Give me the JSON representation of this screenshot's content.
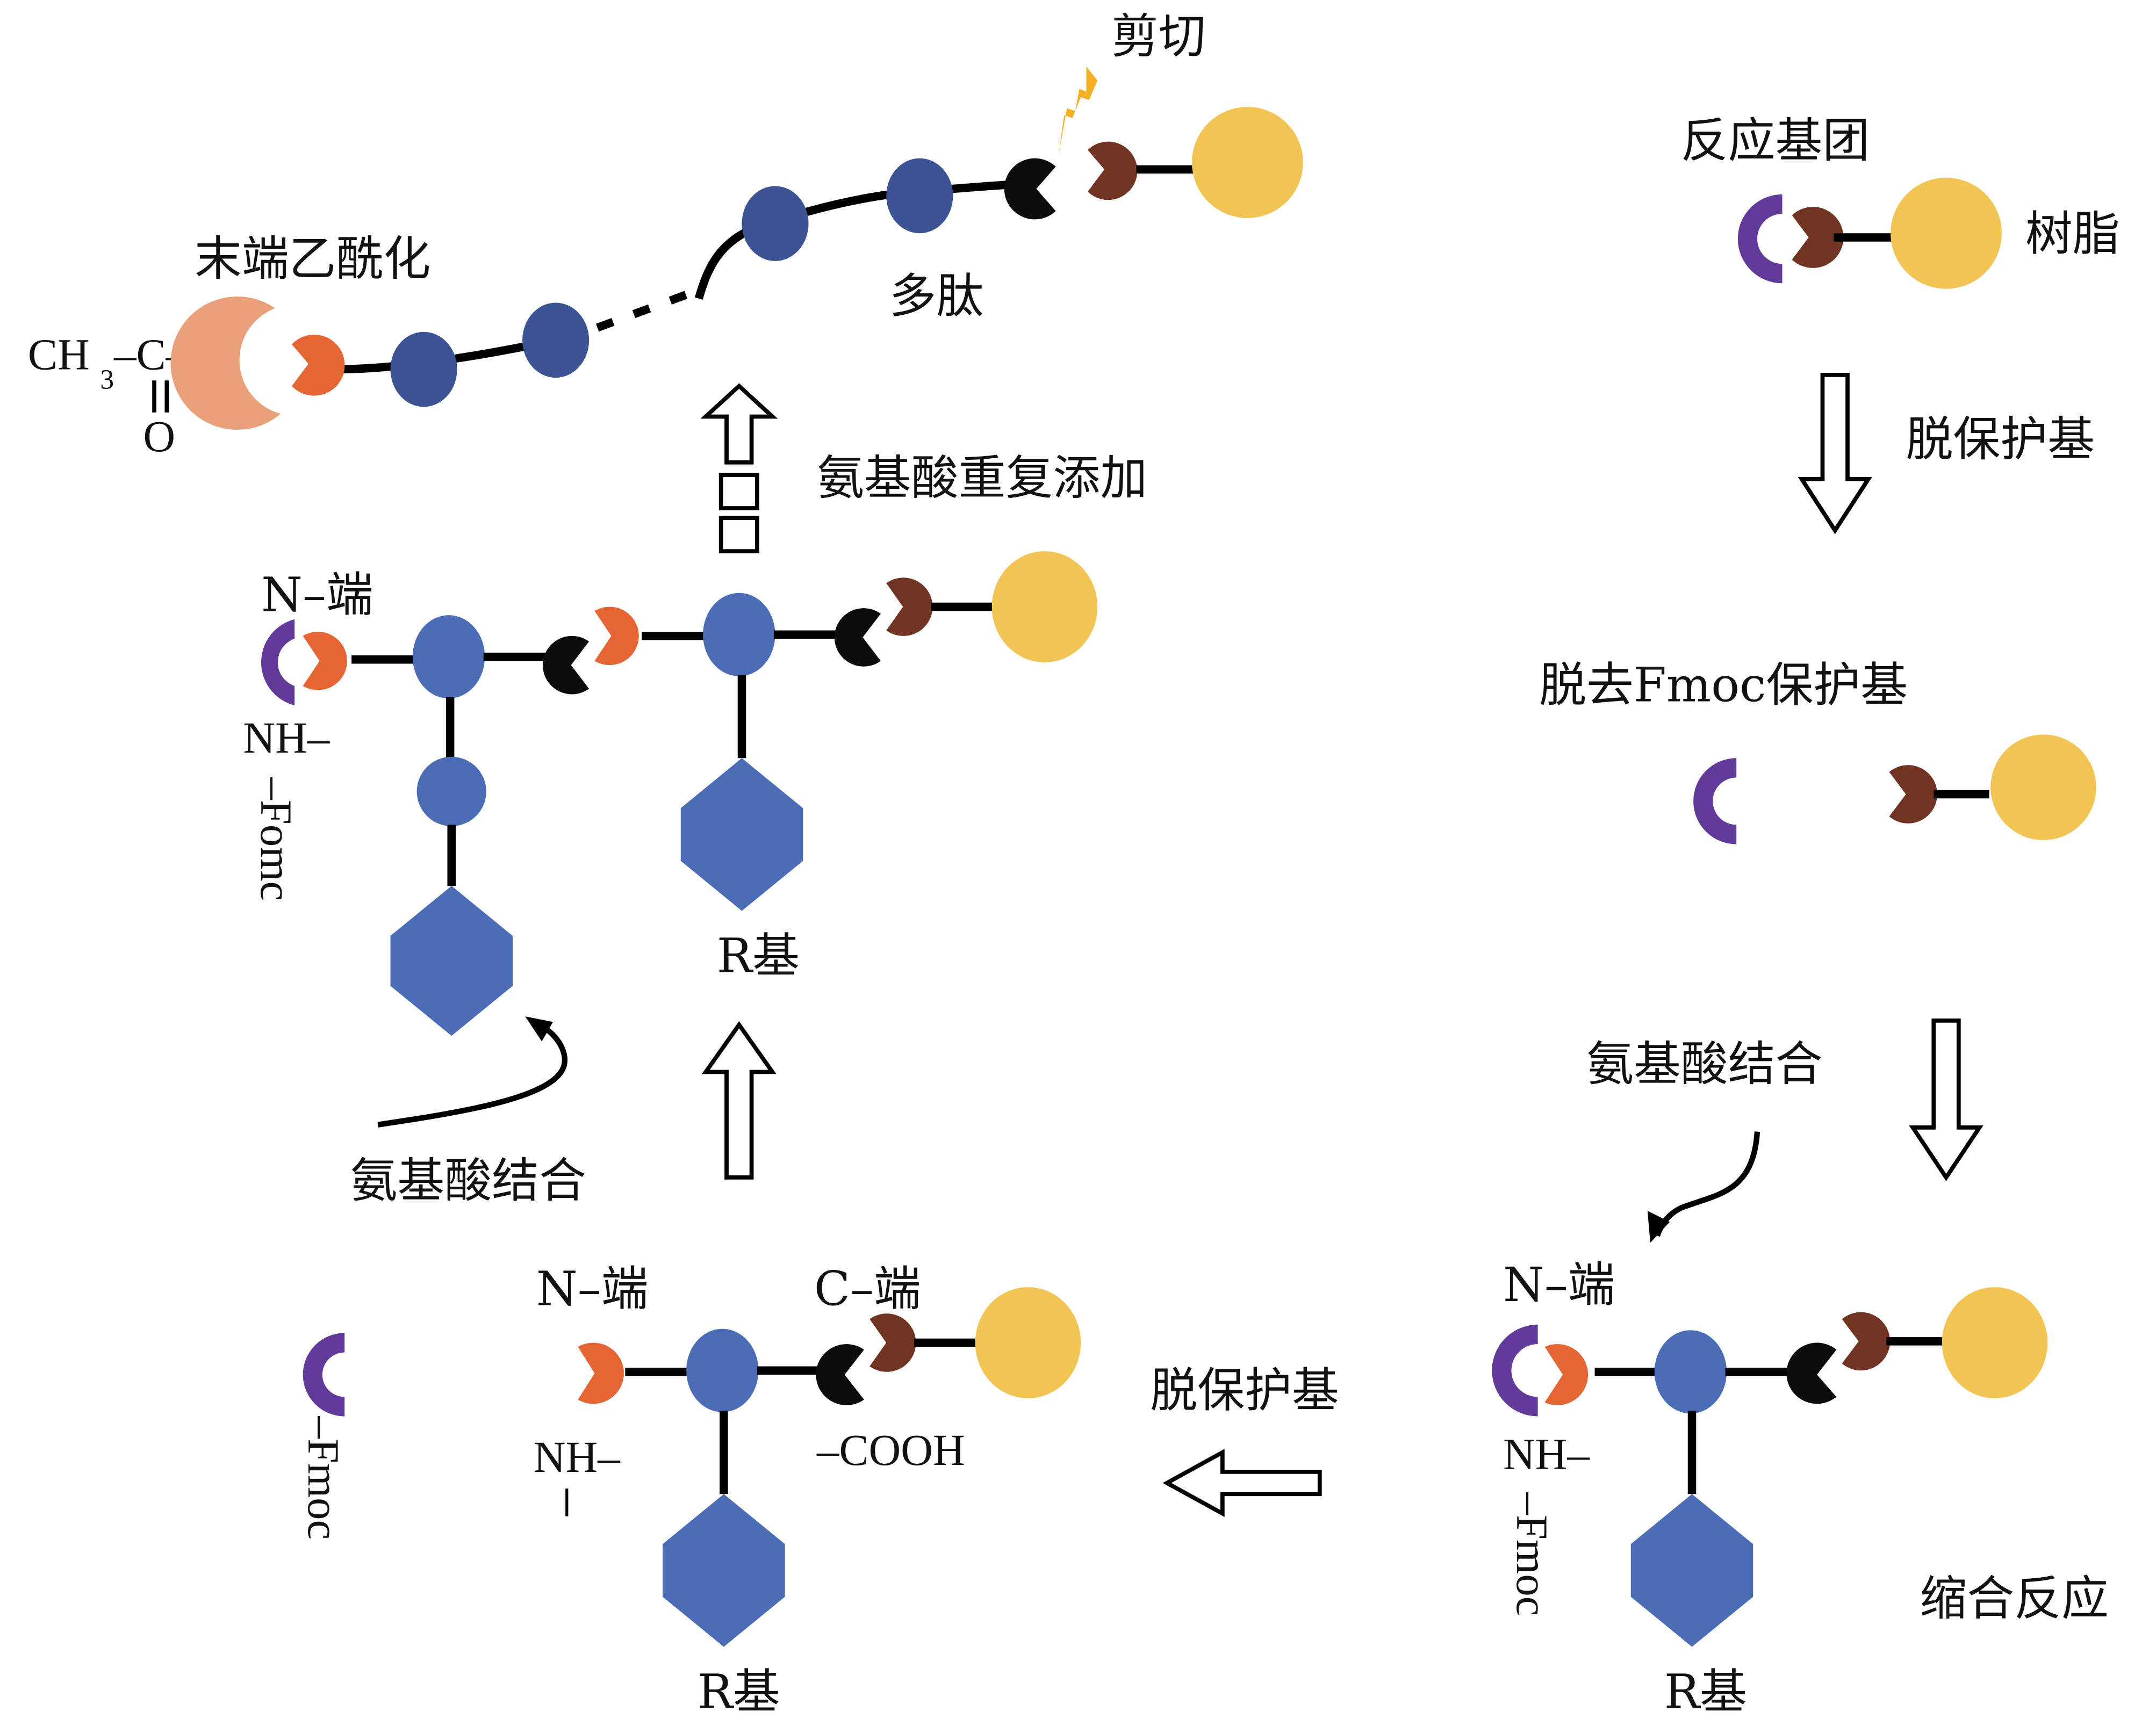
{
  "colors": {
    "amino_acid_blue": "#4a6db5",
    "peptide_blue": "#3d5494",
    "resin_yellow": "#f2c453",
    "linker_brown": "#713422",
    "fmoc_purple": "#623a99",
    "amino_orange": "#e56535",
    "acetyl_salmon": "#eba07c",
    "carboxyl_black": "#0c0c0c",
    "lightning_orange": "#f3b021"
  },
  "labels": {
    "cleavage": "剪切",
    "terminal_acetylation": "末端乙酰化",
    "polypeptide": "多肽",
    "acetyl_formula": "CH",
    "acetyl_subscript": "3",
    "acetyl_rest": "–C–",
    "acetyl_oxygen": "O",
    "reactive_group": "反应基团",
    "resin": "树脂",
    "deprotection_1": "脱保护基",
    "remove_fmoc": "脱去Fmoc保护基",
    "amino_acid_coupling_right": "氨基酸结合",
    "condensation": "缩合反应",
    "deprotection_2": "脱保护基",
    "amino_acid_coupling_left": "氨基酸结合",
    "repeat_addition": "氨基酸重复添加",
    "r_group": "R基",
    "n_terminus": "N–端",
    "c_terminus": "C–端",
    "nh": "NH–",
    "cooh": "–COOH",
    "fmoc": "–Fmoc",
    "fomc": "–Fomc"
  }
}
